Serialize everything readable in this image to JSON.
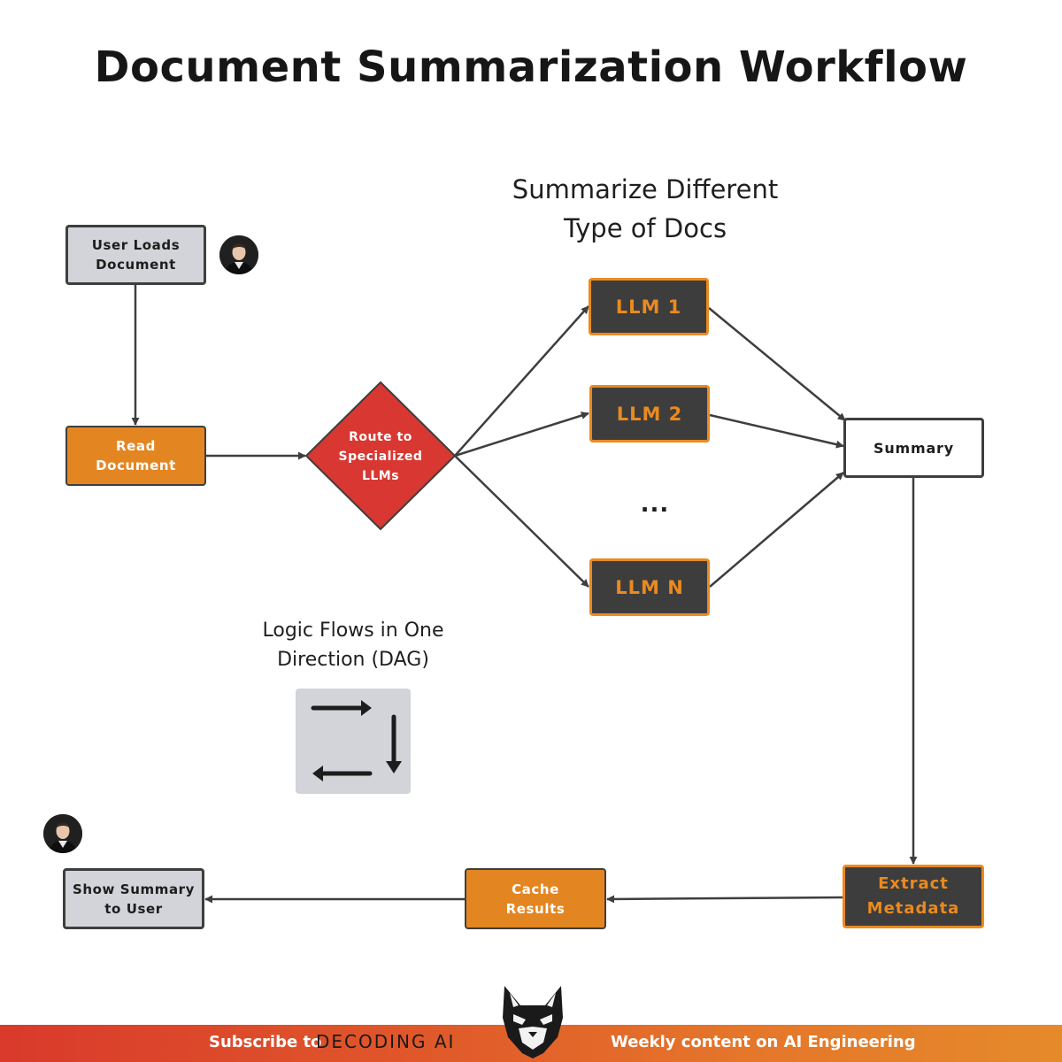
{
  "title": "Document Summarization Workflow",
  "captions": {
    "summarize": "Summarize Different\nType of Docs",
    "logic": "Logic Flows in One\nDirection (DAG)"
  },
  "nodes": {
    "user_loads": "User Loads\nDocument",
    "read_document": "Read\nDocument",
    "route": "Route to\nSpecialized\nLLMs",
    "llm1": "LLM 1",
    "llm2": "LLM 2",
    "llmn": "LLM N",
    "ellipsis": "...",
    "summary": "Summary",
    "extract_metadata": "Extract\nMetadata",
    "cache_results": "Cache\nResults",
    "show_summary": "Show Summary\nto User"
  },
  "icons": {
    "avatar": "person-avatar-icon",
    "dag": "dag-flow-arrows-icon",
    "mascot": "cat-mascot-icon"
  },
  "colors": {
    "orange": "#e38622",
    "dark": "#3d3d3d",
    "diamond": "#d93731",
    "gray": "#d3d4d9",
    "footer_start": "#d93a2b",
    "footer_end": "#e58a2b"
  },
  "footer": {
    "subscribe": "Subscribe to",
    "brand": "DECODING AI",
    "tagline": "Weekly content on AI Engineering"
  }
}
